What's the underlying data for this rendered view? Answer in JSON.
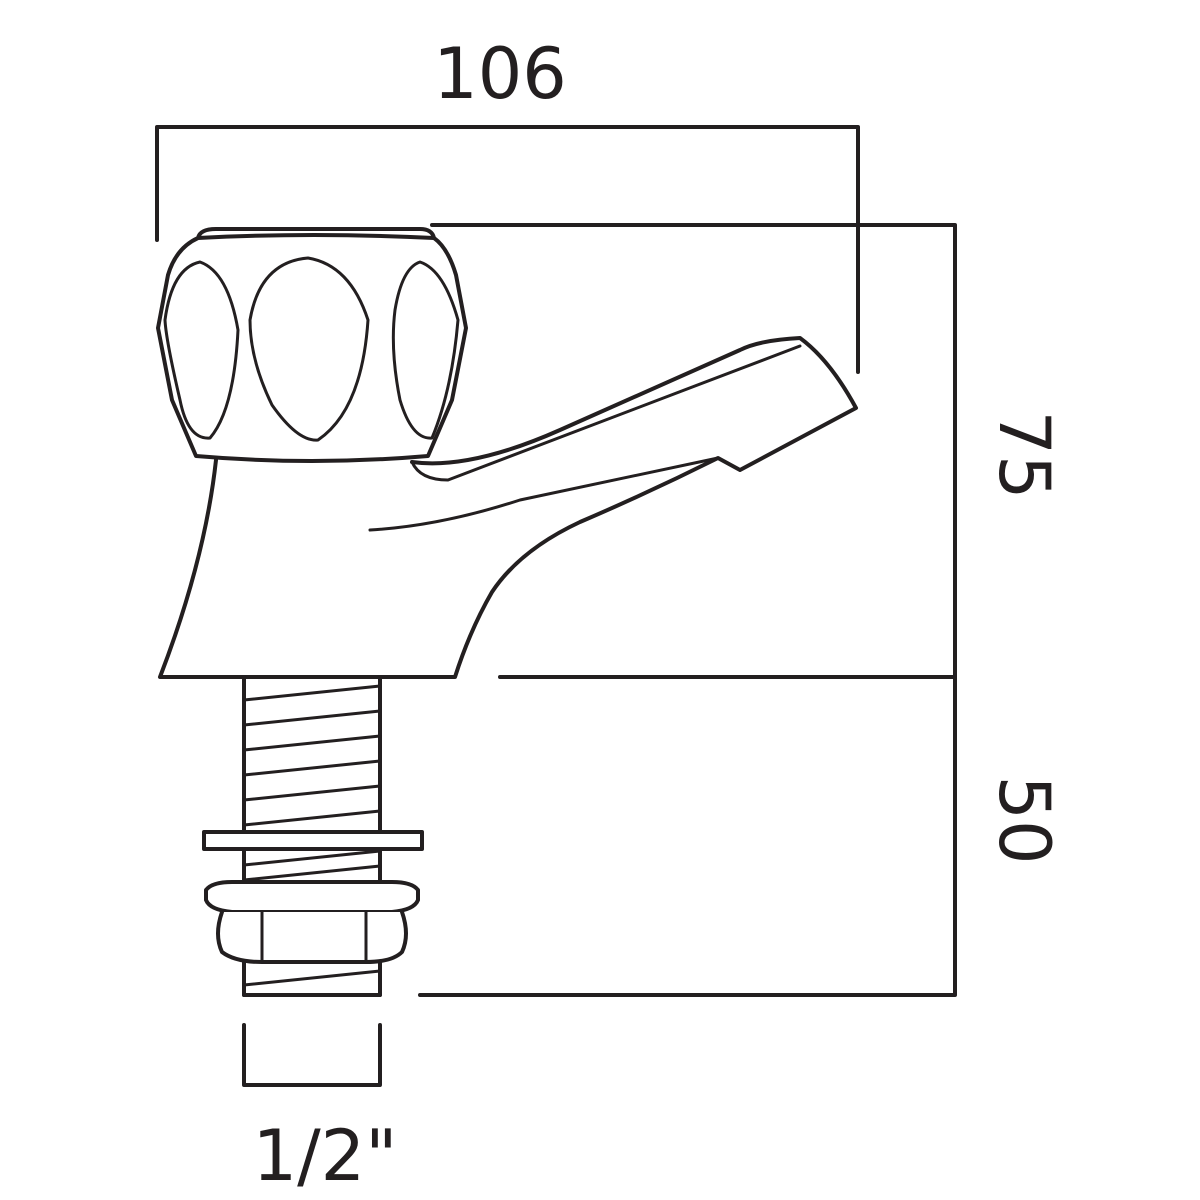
{
  "dimensions": {
    "width": "106",
    "height_body": "75",
    "height_tail": "50",
    "thread": "1/2\""
  }
}
